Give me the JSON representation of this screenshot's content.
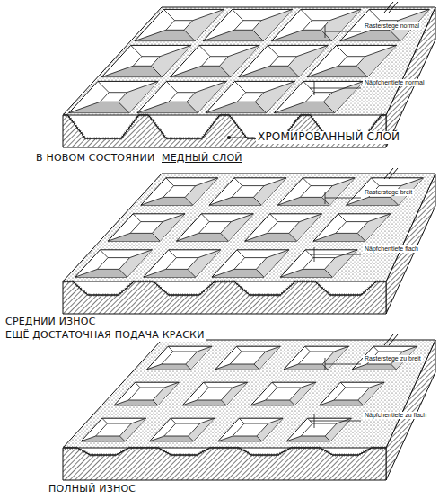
{
  "diagram": {
    "labels": [
      "Rasterstege normal",
      "Näpfchentiefe normal",
      "В НОВОМ СОСТОЯНИИ",
      "МЕДНЫЙ СЛОЙ",
      "ХРОМИРОВАННЫЙ СЛОЙ",
      "Rasterstege breit",
      "Näpfchentiefe flach",
      "СРЕДНИЙ ИЗНОС",
      "ЕЩЁ ДОСТАТОЧНАЯ ПОДАЧА КРАСКИ",
      "Rasterstege zu breit",
      "Näpfchentiefe zu flach",
      "ПОЛНЫЙ ИЗНОС"
    ]
  }
}
